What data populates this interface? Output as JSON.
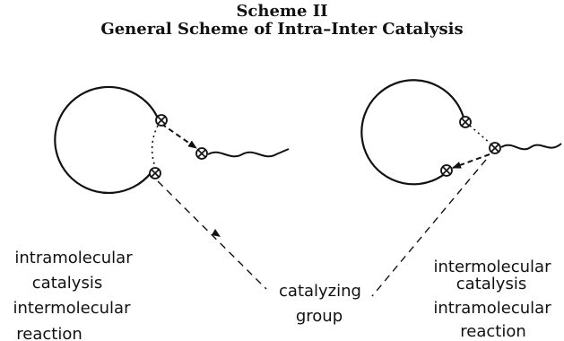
{
  "title": "Scheme II",
  "subtitle": "General Scheme of Intra–Inter Catalysis",
  "left_label": [
    "intramolecular",
    "catalysis",
    "intermolecular",
    "reaction"
  ],
  "center_label": [
    "catalyzing",
    "group"
  ],
  "right_label": [
    "intermolecular",
    "catalysis",
    "intramolecular",
    "reaction"
  ],
  "group_symbol": "⊗"
}
